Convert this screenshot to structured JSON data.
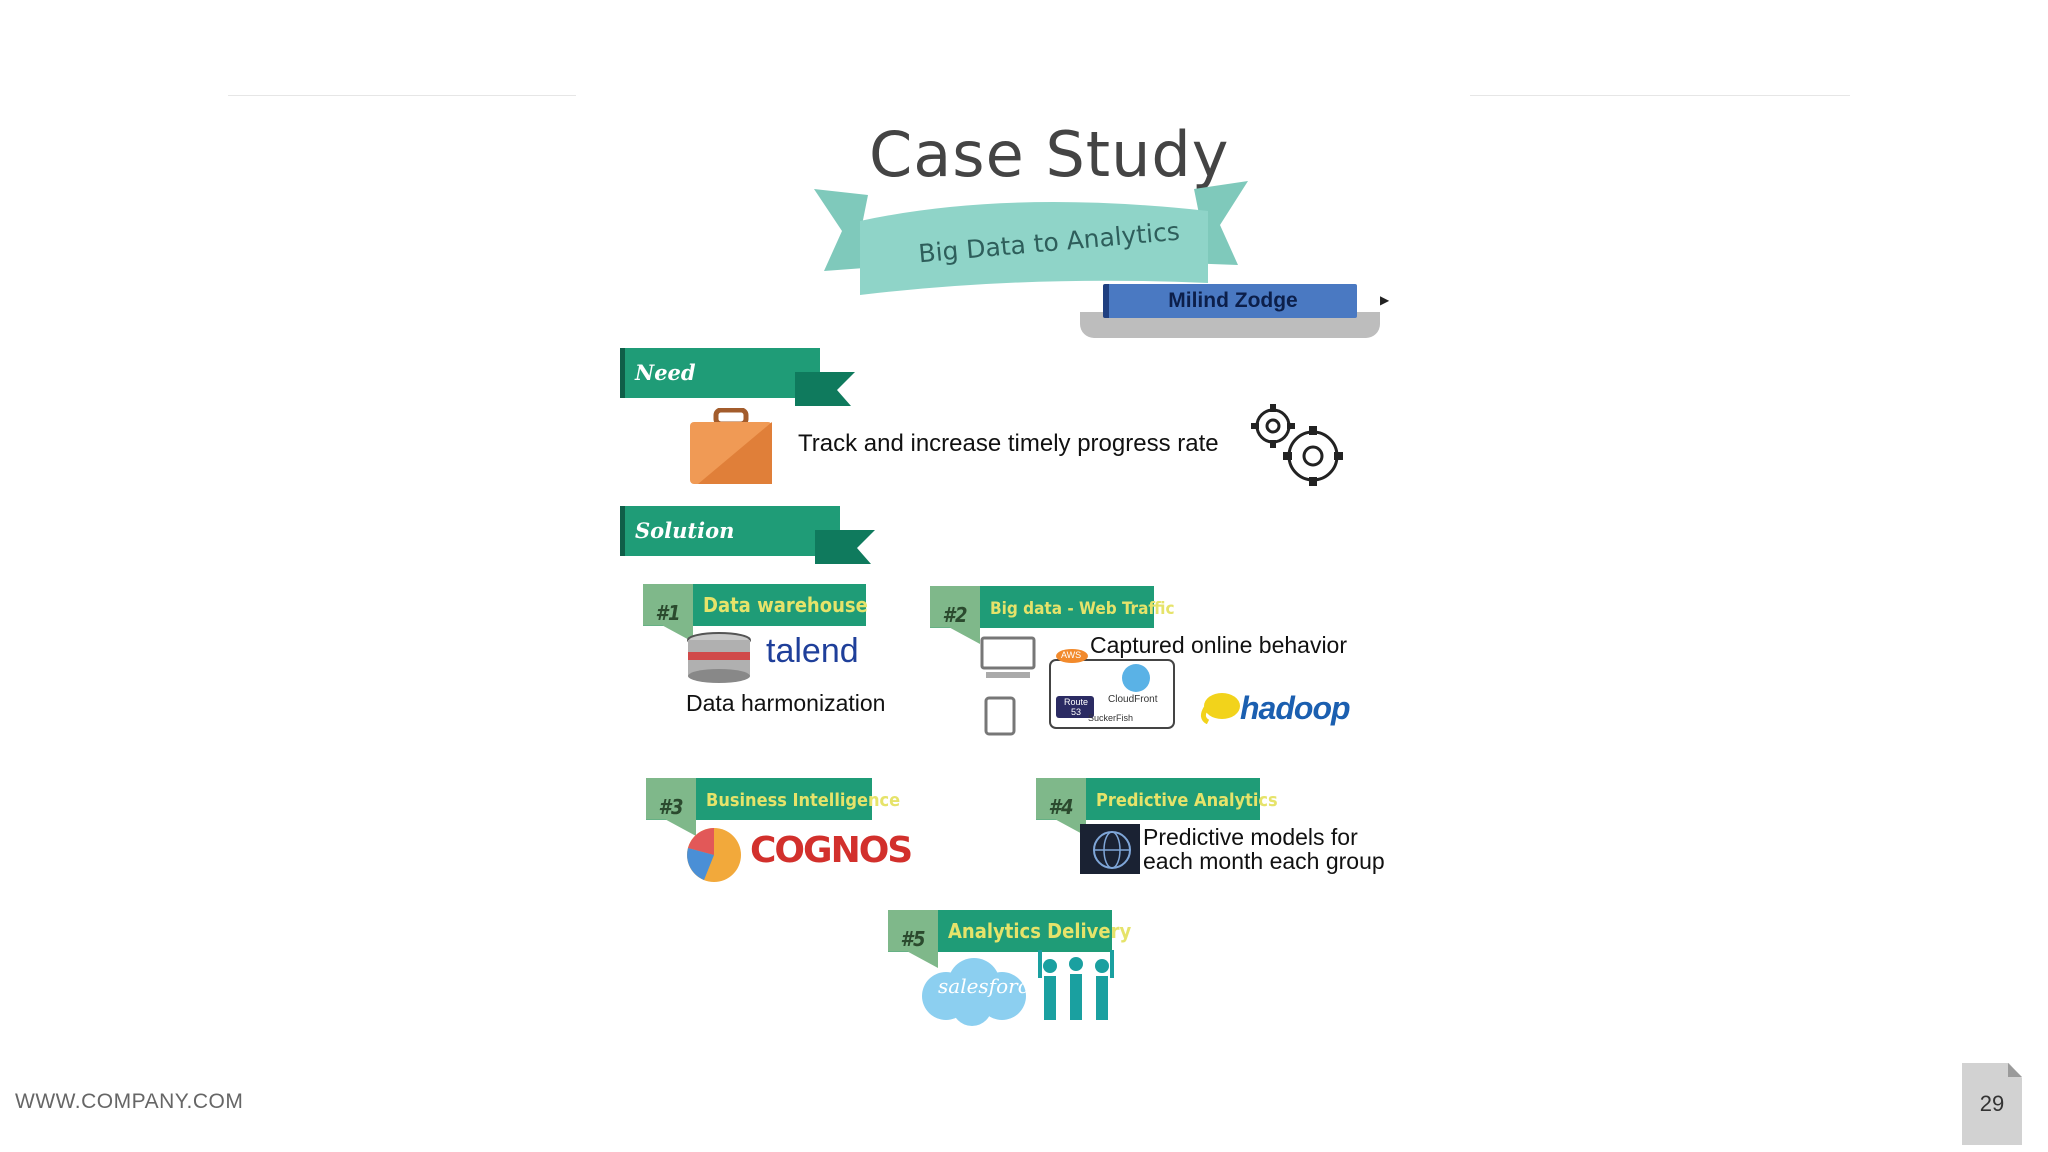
{
  "slide": {
    "title": "Case Study",
    "subtitle": "Big Data to Analytics",
    "author": "Milind Zodge"
  },
  "need": {
    "label": "Need",
    "text": "Track and increase timely progress rate"
  },
  "solution": {
    "label": "Solution",
    "steps": [
      {
        "num": "#1",
        "title": "Data warehouse",
        "logo": "talend",
        "text": "Data harmonization"
      },
      {
        "num": "#2",
        "title": "Big data - Web Traffic",
        "text": "Captured online behavior",
        "diagram_labels": [
          "AWS",
          "CloudFront",
          "Route 53",
          "SuckerFish"
        ],
        "logo": "hadoop"
      },
      {
        "num": "#3",
        "title": "Business Intelligence",
        "logo": "COGNOS"
      },
      {
        "num": "#4",
        "title": "Predictive Analytics",
        "text_line1": "Predictive models for",
        "text_line2": "each month each group"
      },
      {
        "num": "#5",
        "title": "Analytics Delivery",
        "logo": "salesforce"
      }
    ]
  },
  "footer": {
    "url": "WWW.COMPANY.COM",
    "page": "29"
  },
  "colors": {
    "ribbon": "#1f9c77",
    "step_number": "#7fb88a",
    "step_title": "#e6e36a",
    "banner": "#8fd4c8",
    "author_bar": "#4a79c2"
  },
  "icons": [
    "briefcase-icon",
    "gears-icon",
    "database-icon",
    "monitor-icon",
    "tablet-icon",
    "pie-chart-icon",
    "globe-icon",
    "cloud-icon",
    "people-icon",
    "elephant-icon"
  ]
}
